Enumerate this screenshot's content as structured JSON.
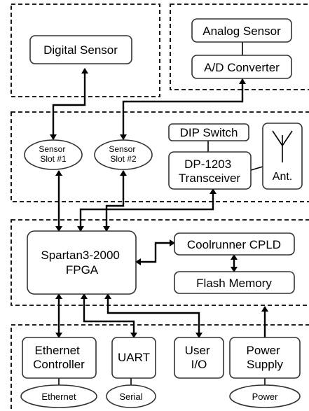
{
  "blocks": {
    "digital_sensor": "Digital Sensor",
    "analog_sensor": "Analog Sensor",
    "ad_converter": "A/D Converter",
    "sensor_slot_1": [
      "Sensor",
      "Slot #1"
    ],
    "sensor_slot_2": [
      "Sensor",
      "Slot #2"
    ],
    "dip_switch": "DIP Switch",
    "transceiver": [
      "DP-1203",
      "Transceiver"
    ],
    "antenna": "Ant.",
    "fpga": [
      "Spartan3-2000",
      "FPGA"
    ],
    "cpld": "Coolrunner CPLD",
    "flash": "Flash Memory",
    "ethernet_controller": [
      "Ethernet",
      "Controller"
    ],
    "uart": "UART",
    "user_io": [
      "User",
      "I/O"
    ],
    "power_supply": [
      "Power",
      "Supply"
    ],
    "ethernet_port": "Ethernet",
    "serial_port": "Serial",
    "power_port": "Power"
  }
}
